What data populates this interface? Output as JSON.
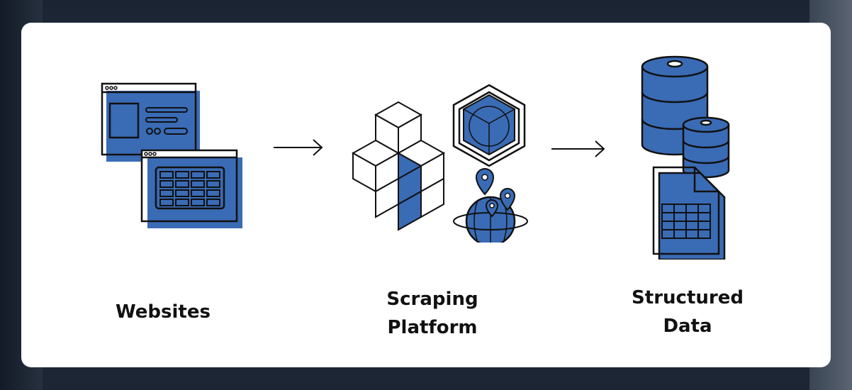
{
  "diagram": {
    "stages": [
      {
        "label": "Websites",
        "icon": "website-windows-icon"
      },
      {
        "label": "Scraping\nPlatform",
        "icon": "scraping-platform-icon"
      },
      {
        "label": "Structured\nData",
        "icon": "structured-data-icon"
      }
    ],
    "accent_color": "#3a6bb5",
    "stroke_color": "#111111"
  }
}
